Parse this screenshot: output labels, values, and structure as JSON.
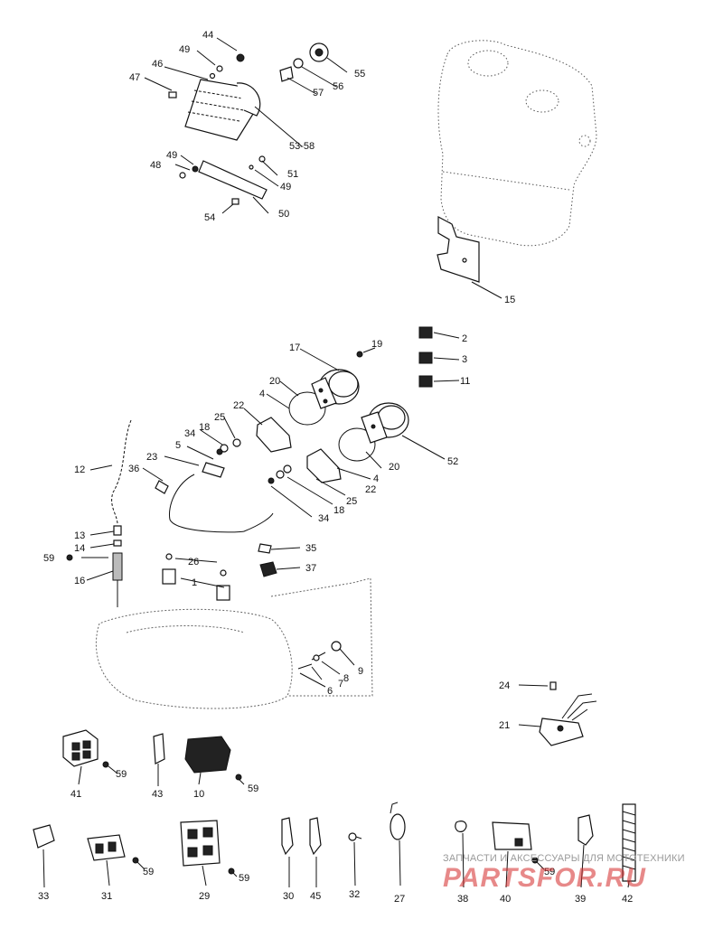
{
  "callouts": [
    {
      "id": "c44",
      "text": "44"
    },
    {
      "id": "c49a",
      "text": "49"
    },
    {
      "id": "c46",
      "text": "46"
    },
    {
      "id": "c47",
      "text": "47"
    },
    {
      "id": "c55",
      "text": "55"
    },
    {
      "id": "c56",
      "text": "56"
    },
    {
      "id": "c57",
      "text": "57"
    },
    {
      "id": "c53",
      "text": "53-58"
    },
    {
      "id": "c49b",
      "text": "49"
    },
    {
      "id": "c48",
      "text": "48"
    },
    {
      "id": "c51",
      "text": "51"
    },
    {
      "id": "c49c",
      "text": "49"
    },
    {
      "id": "c54",
      "text": "54"
    },
    {
      "id": "c50",
      "text": "50"
    },
    {
      "id": "c15",
      "text": "15"
    },
    {
      "id": "c2",
      "text": "2"
    },
    {
      "id": "c19",
      "text": "19"
    },
    {
      "id": "c17",
      "text": "17"
    },
    {
      "id": "c3",
      "text": "3"
    },
    {
      "id": "c11",
      "text": "11"
    },
    {
      "id": "c20a",
      "text": "20"
    },
    {
      "id": "c4a",
      "text": "4"
    },
    {
      "id": "c22a",
      "text": "22"
    },
    {
      "id": "c25a",
      "text": "25"
    },
    {
      "id": "c18a",
      "text": "18"
    },
    {
      "id": "c34a",
      "text": "34"
    },
    {
      "id": "c5",
      "text": "5"
    },
    {
      "id": "c23",
      "text": "23"
    },
    {
      "id": "c36",
      "text": "36"
    },
    {
      "id": "c12",
      "text": "12"
    },
    {
      "id": "c52",
      "text": "52"
    },
    {
      "id": "c20b",
      "text": "20"
    },
    {
      "id": "c4b",
      "text": "4"
    },
    {
      "id": "c22b",
      "text": "22"
    },
    {
      "id": "c25b",
      "text": "25"
    },
    {
      "id": "c18b",
      "text": "18"
    },
    {
      "id": "c34b",
      "text": "34"
    },
    {
      "id": "c13",
      "text": "13"
    },
    {
      "id": "c14",
      "text": "14"
    },
    {
      "id": "c59a",
      "text": "59"
    },
    {
      "id": "c16",
      "text": "16"
    },
    {
      "id": "c26",
      "text": "26"
    },
    {
      "id": "c1",
      "text": "1"
    },
    {
      "id": "c35",
      "text": "35"
    },
    {
      "id": "c37",
      "text": "37"
    },
    {
      "id": "c9",
      "text": "9"
    },
    {
      "id": "c8",
      "text": "8"
    },
    {
      "id": "c7",
      "text": "7"
    },
    {
      "id": "c6",
      "text": "6"
    },
    {
      "id": "c24",
      "text": "24"
    },
    {
      "id": "c21",
      "text": "21"
    },
    {
      "id": "c59b",
      "text": "59"
    },
    {
      "id": "c41",
      "text": "41"
    },
    {
      "id": "c43",
      "text": "43"
    },
    {
      "id": "c10",
      "text": "10"
    },
    {
      "id": "c59c",
      "text": "59"
    },
    {
      "id": "c33",
      "text": "33"
    },
    {
      "id": "c31",
      "text": "31"
    },
    {
      "id": "c59d",
      "text": "59"
    },
    {
      "id": "c29",
      "text": "29"
    },
    {
      "id": "c59e",
      "text": "59"
    },
    {
      "id": "c30",
      "text": "30"
    },
    {
      "id": "c45",
      "text": "45"
    },
    {
      "id": "c32",
      "text": "32"
    },
    {
      "id": "c27",
      "text": "27"
    },
    {
      "id": "c38",
      "text": "38"
    },
    {
      "id": "c40",
      "text": "40"
    },
    {
      "id": "c59f",
      "text": "59"
    },
    {
      "id": "c39",
      "text": "39"
    },
    {
      "id": "c42",
      "text": "42"
    }
  ],
  "watermark": {
    "tagline": "ЗАПЧАСТИ И АКСЕССУАРЫ ДЛЯ МОТОТЕХНИКИ",
    "logo": "PARTSFOR.RU",
    "color": "#d42a2a"
  }
}
